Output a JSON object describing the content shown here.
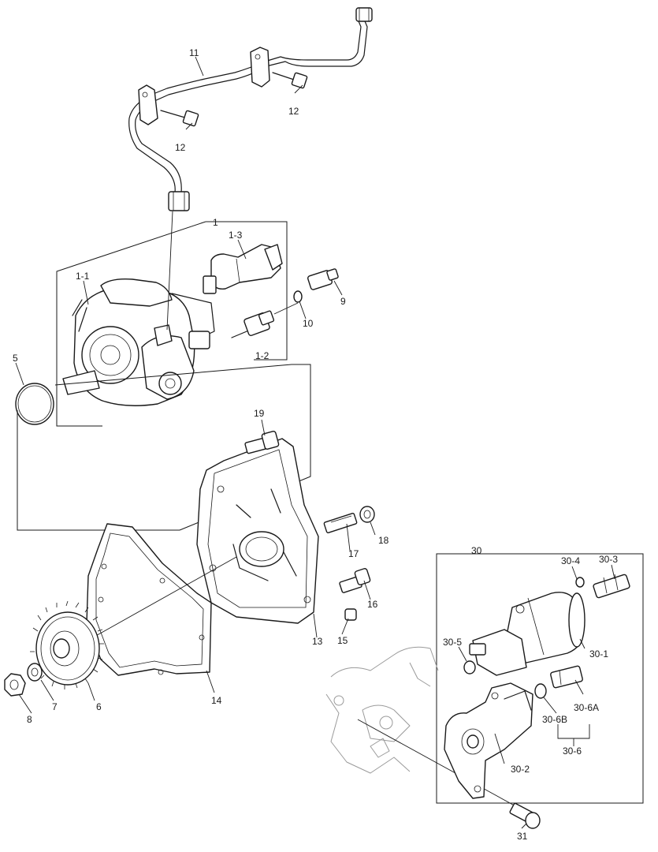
{
  "colors": {
    "line": "#1a1a1a",
    "background": "#ffffff",
    "engine_outline": "#9a9a9a"
  },
  "diagram": {
    "labels": {
      "p1": "1",
      "p1_1": "1-1",
      "p1_2": "1-2",
      "p1_3": "1-3",
      "p5": "5",
      "p6": "6",
      "p7": "7",
      "p8": "8",
      "p9": "9",
      "p10": "10",
      "p11": "11",
      "p12a": "12",
      "p12b": "12",
      "p13": "13",
      "p14": "14",
      "p15": "15",
      "p16": "16",
      "p17": "17",
      "p18": "18",
      "p19": "19",
      "p30": "30",
      "p30_1": "30-1",
      "p30_2": "30-2",
      "p30_3": "30-3",
      "p30_4": "30-4",
      "p30_5": "30-5",
      "p30_6": "30-6",
      "p30_6A": "30-6A",
      "p30_6B": "30-6B",
      "p31": "31"
    }
  }
}
